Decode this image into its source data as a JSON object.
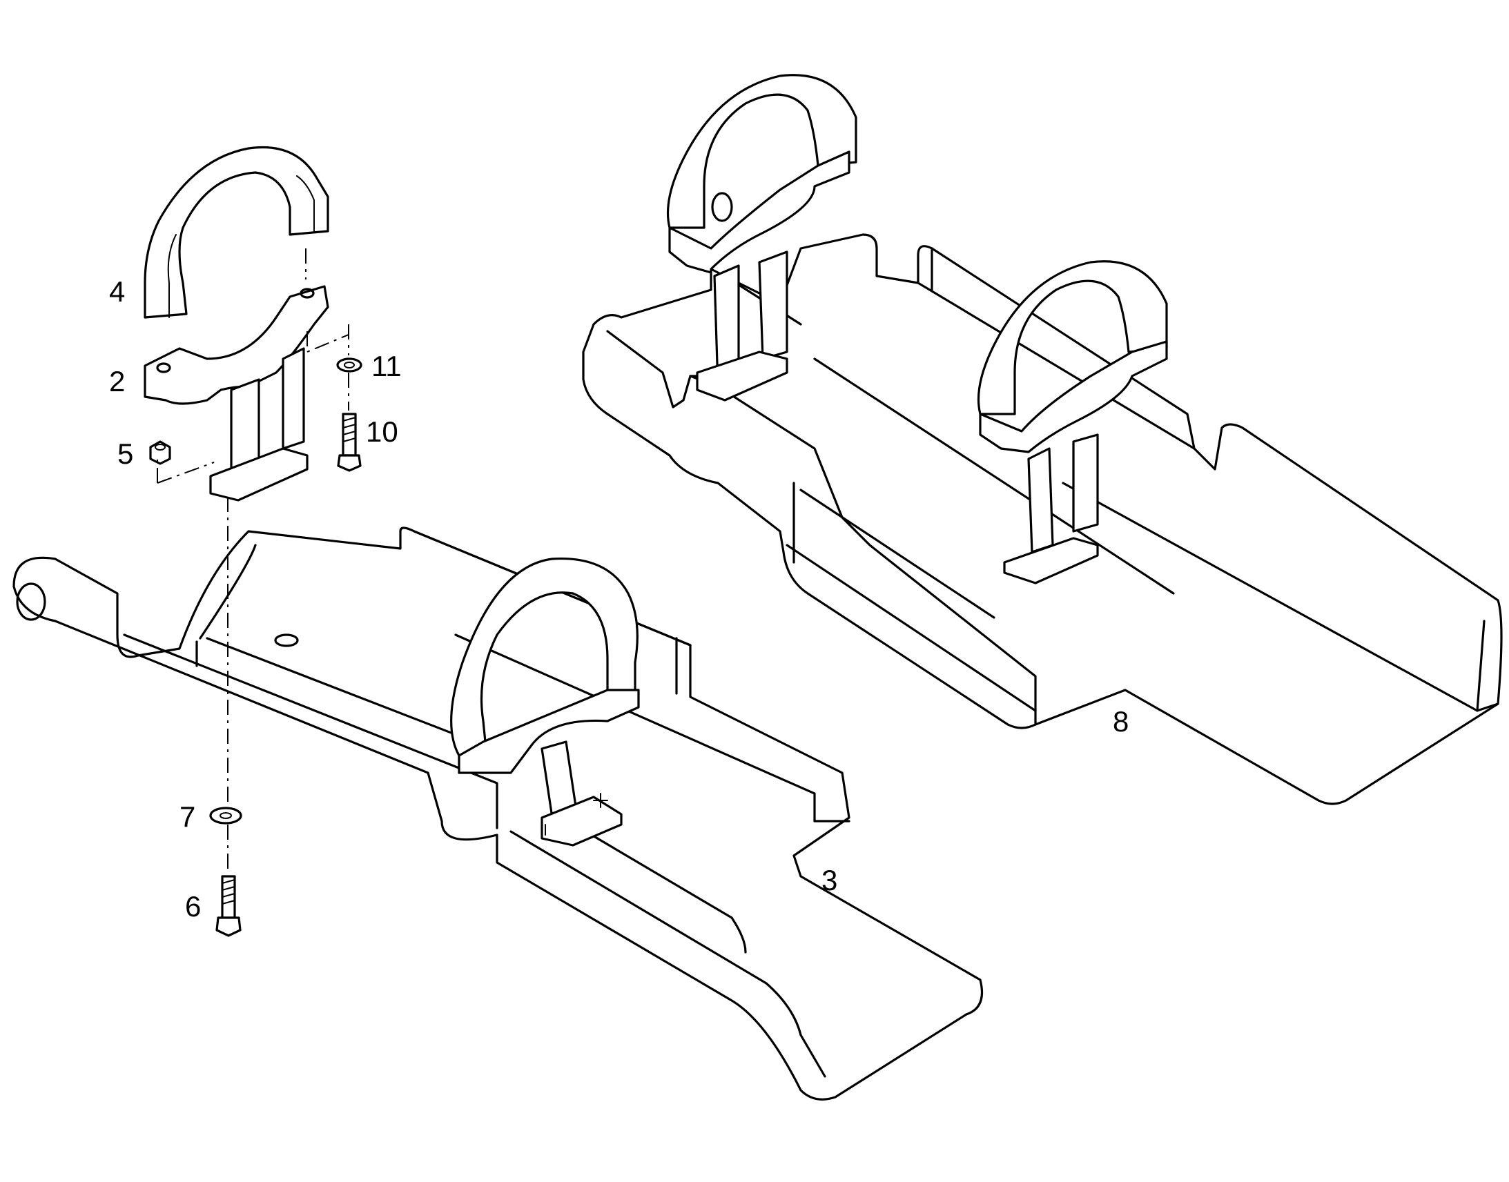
{
  "diagram": {
    "stroke_color": "#000000",
    "background_color": "#ffffff",
    "callouts": [
      {
        "id": "4",
        "text": "4"
      },
      {
        "id": "2",
        "text": "2"
      },
      {
        "id": "11",
        "text": "11"
      },
      {
        "id": "10",
        "text": "10"
      },
      {
        "id": "5",
        "text": "5"
      },
      {
        "id": "7",
        "text": "7"
      },
      {
        "id": "6",
        "text": "6"
      },
      {
        "id": "3",
        "text": "3"
      },
      {
        "id": "8",
        "text": "8"
      }
    ]
  }
}
